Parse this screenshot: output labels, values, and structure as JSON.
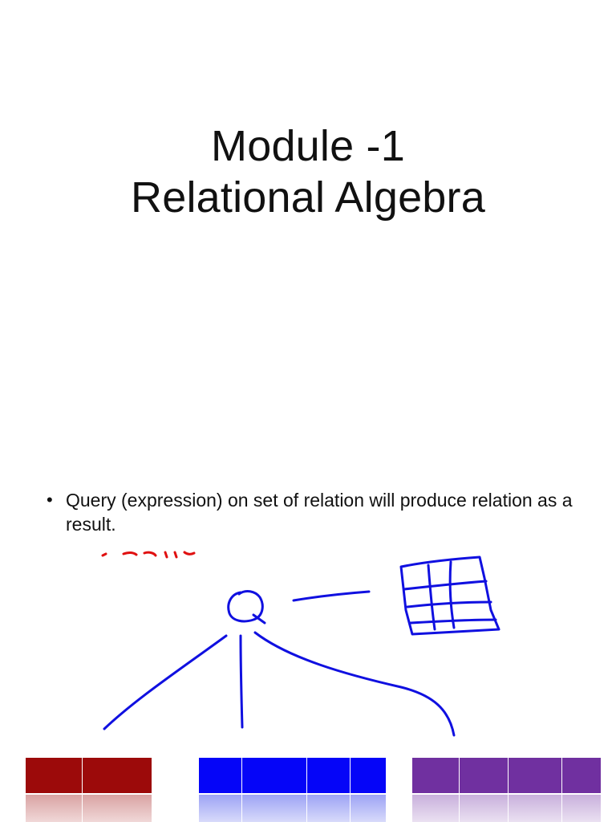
{
  "slide": {
    "title_line_1": "Module -1",
    "title_line_2": "Relational Algebra",
    "bullet_mark": "•",
    "bullet_text": "Query (expression) on set of relation will produce relation as a result."
  },
  "colors": {
    "relation_1": "#9c0a0a",
    "relation_2": "#0505f8",
    "relation_3": "#7030a0",
    "ink": "#1010e0",
    "red_ink": "#e01010"
  }
}
